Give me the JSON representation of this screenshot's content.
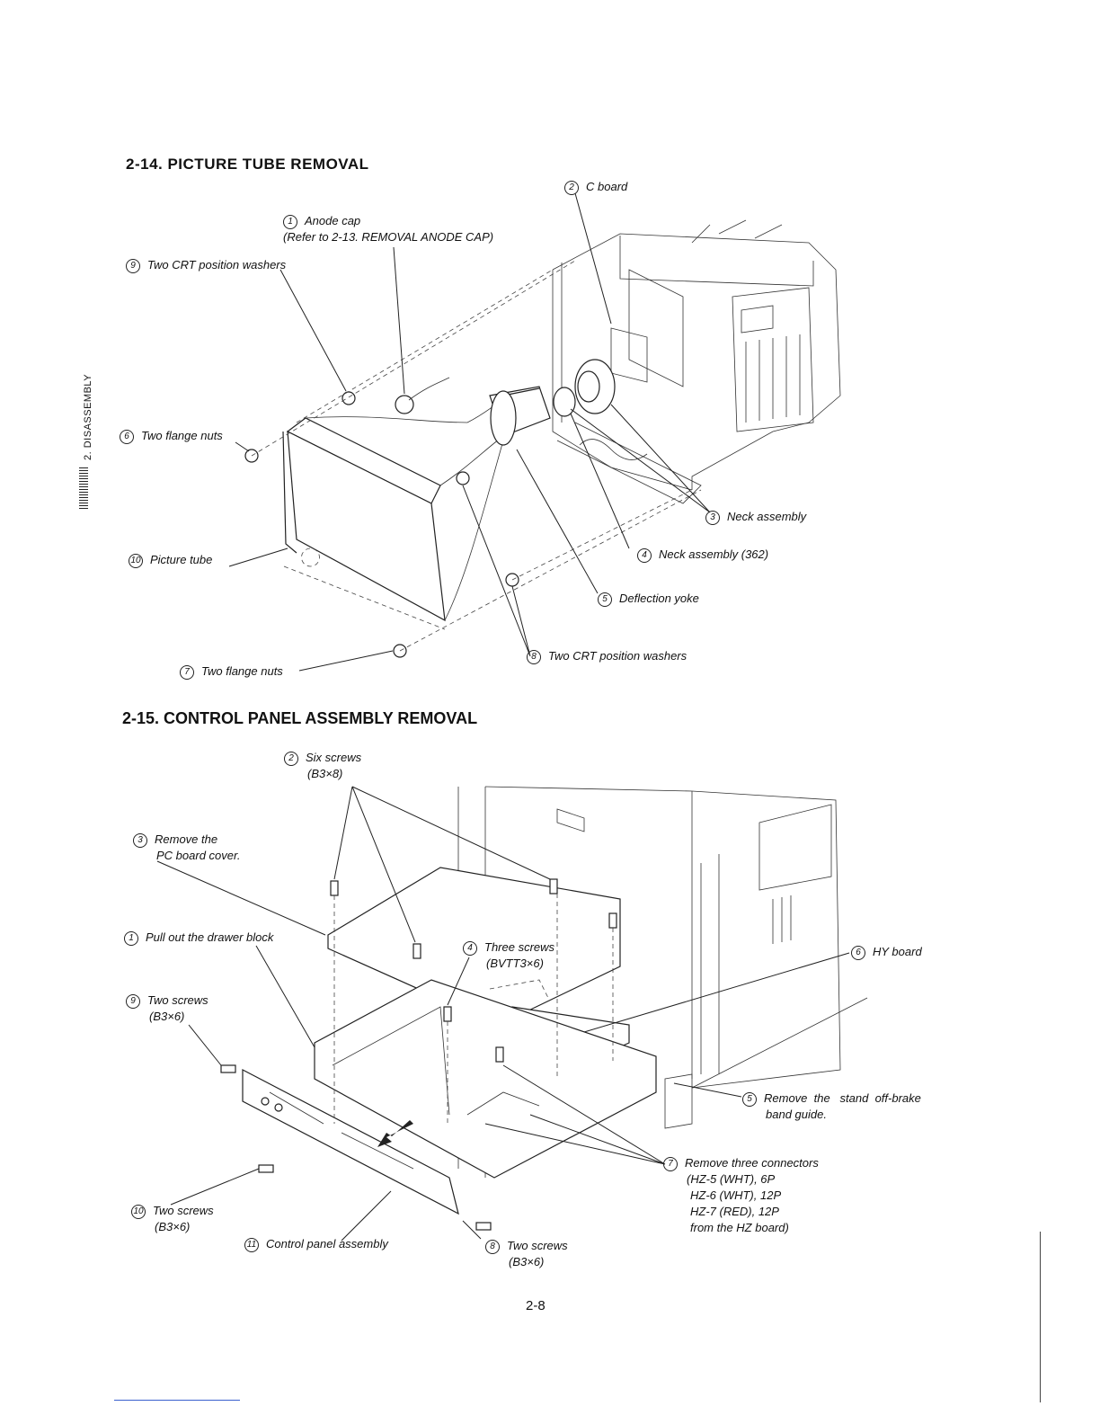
{
  "side_label": "2. DISASSEMBLY",
  "section1": {
    "title": "2-14. PICTURE TUBE REMOVAL",
    "labels": [
      {
        "n": "1",
        "text": "Anode cap",
        "text2": "(Refer to 2-13. REMOVAL ANODE CAP)"
      },
      {
        "n": "2",
        "text": "C board"
      },
      {
        "n": "3",
        "text": "Neck assembly"
      },
      {
        "n": "4",
        "text": "Neck assembly (362)"
      },
      {
        "n": "5",
        "text": "Deflection yoke"
      },
      {
        "n": "6",
        "text": "Two flange nuts"
      },
      {
        "n": "7",
        "text": "Two flange nuts"
      },
      {
        "n": "8",
        "text": "Two CRT position washers"
      },
      {
        "n": "9",
        "text": "Two CRT position washers"
      },
      {
        "n": "10",
        "text": "Picture tube"
      }
    ]
  },
  "section2": {
    "title": "2-15.  CONTROL PANEL ASSEMBLY REMOVAL",
    "labels": [
      {
        "n": "1",
        "text": "Pull out the drawer block"
      },
      {
        "n": "2",
        "text": "Six screws",
        "text2": "(B3×8)"
      },
      {
        "n": "3",
        "text": "Remove the",
        "text2": "PC board cover."
      },
      {
        "n": "4",
        "text": "Three screws",
        "text2": "(BVTT3×6)"
      },
      {
        "n": "5",
        "text": "Remove  the   stand  off-brake",
        "text2": "band guide."
      },
      {
        "n": "6",
        "text": "HY board"
      },
      {
        "n": "7",
        "text": "Remove three connectors",
        "lines": [
          "(HZ-5 (WHT), 6P",
          "HZ-6 (WHT), 12P",
          "HZ-7 (RED), 12P",
          "from the HZ board)"
        ]
      },
      {
        "n": "8",
        "text": "Two screws",
        "text2": "(B3×6)"
      },
      {
        "n": "9",
        "text": "Two screws",
        "text2": "(B3×6)"
      },
      {
        "n": "10",
        "text": "Two screws",
        "text2": "(B3×6)"
      },
      {
        "n": "11",
        "text": "Control panel assembly"
      }
    ]
  },
  "page_number": "2-8"
}
